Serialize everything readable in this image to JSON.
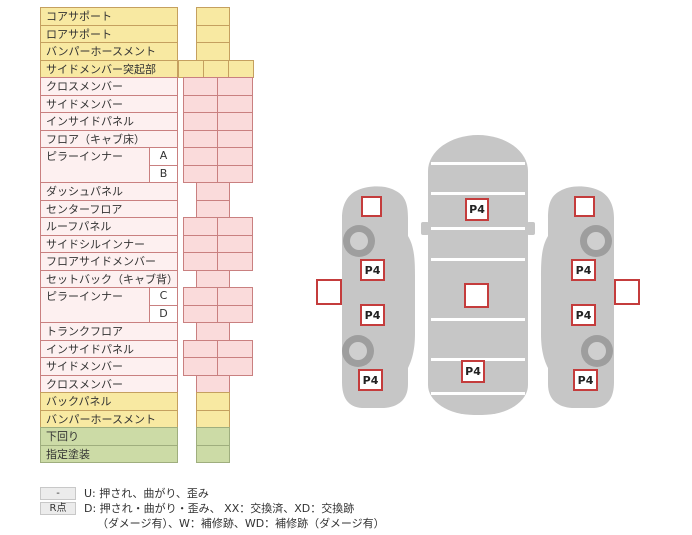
{
  "table": {
    "rows": [
      {
        "label": "コアサポート",
        "type": "yellow"
      },
      {
        "label": "ロアサポート",
        "type": "yellow"
      },
      {
        "label": "バンパーホースメント",
        "type": "yellow"
      },
      {
        "label": "サイドメンバー突起部",
        "type": "yellow"
      },
      {
        "label": "クロスメンバー",
        "type": "pink"
      },
      {
        "label": "サイドメンバー",
        "type": "pink"
      },
      {
        "label": "インサイドパネル",
        "type": "pink"
      },
      {
        "label": "フロア（キャブ床）",
        "type": "pink"
      },
      {
        "label": "ピラーインナー",
        "type": "pink",
        "group": [
          "A",
          "B"
        ]
      },
      {
        "label": "ダッシュパネル",
        "type": "pink"
      },
      {
        "label": "センターフロア",
        "type": "pink"
      },
      {
        "label": "ルーフパネル",
        "type": "pink"
      },
      {
        "label": "サイドシルインナー",
        "type": "pink"
      },
      {
        "label": "フロアサイドメンバー",
        "type": "pink"
      },
      {
        "label": "セットバック（キャブ背）",
        "type": "pink"
      },
      {
        "label": "ピラーインナー",
        "type": "pink",
        "group": [
          "C",
          "D"
        ]
      },
      {
        "label": "トランクフロア",
        "type": "pink"
      },
      {
        "label": "インサイドパネル",
        "type": "pink"
      },
      {
        "label": "サイドメンバー",
        "type": "pink"
      },
      {
        "label": "クロスメンバー",
        "type": "pink"
      },
      {
        "label": "バックパネル",
        "type": "yellow"
      },
      {
        "label": "バンパーホースメント",
        "type": "yellow"
      },
      {
        "label": "下回り",
        "type": "green"
      },
      {
        "label": "指定塗装",
        "type": "green"
      }
    ]
  },
  "diagram": {
    "marker_label": "P4"
  },
  "legend": {
    "row1": {
      "key": "-",
      "text": "U: 押され、曲がり、歪み"
    },
    "row2": {
      "key": "R点",
      "text": "D: 押され・曲がり・歪み、 XX：交換済、XD：交換跡"
    },
    "row2_cont": "（ダメージ有）、W：補修跡、WD：補修跡（ダメージ有）"
  },
  "colors": {
    "row_yellow": "#f8e9a2",
    "row_pink_label": "#fdf0f0",
    "row_pink_cell": "#fadbdb",
    "row_green": "#ccdba6",
    "border_red": "#c98080",
    "marker_border": "#c43c3c",
    "car_gray": "#c6c6c6"
  }
}
